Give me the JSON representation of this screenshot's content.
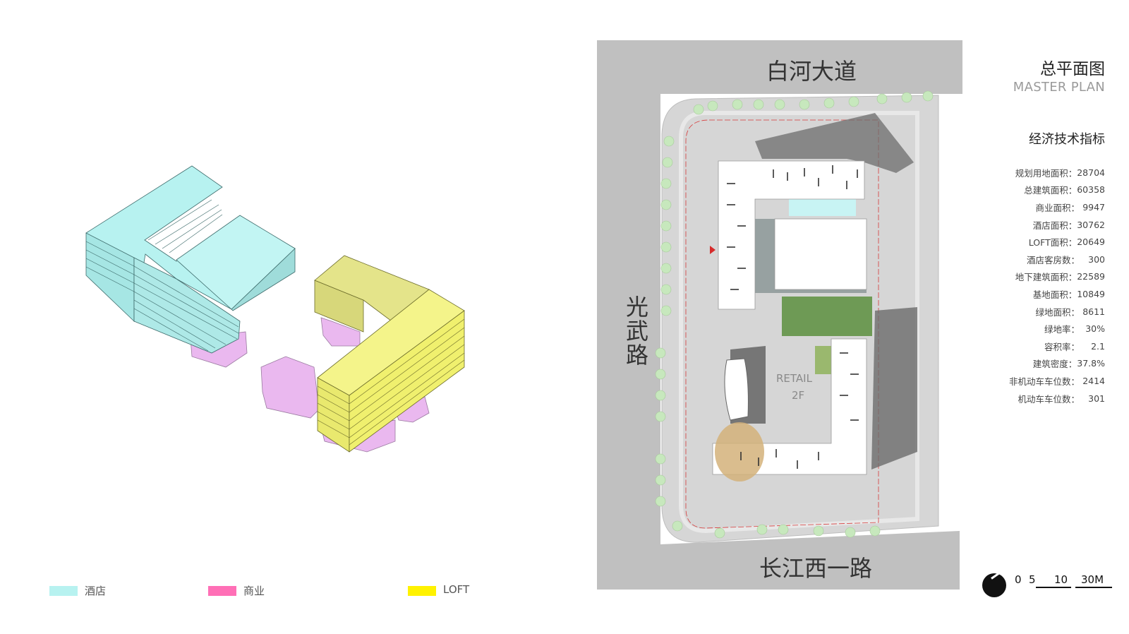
{
  "legend": [
    {
      "label": "酒店",
      "color": "#b7f2f0"
    },
    {
      "label": "商业",
      "color": "#ff6fb6"
    },
    {
      "label": "LOFT",
      "color": "#fff200"
    }
  ],
  "title": {
    "cn": "总平面图",
    "en": "MASTER PLAN"
  },
  "stats": {
    "title": "经济技术指标",
    "rows": [
      {
        "key": "规划用地面积：",
        "value": "28704"
      },
      {
        "key": "总建筑面积：",
        "value": "60358"
      },
      {
        "key": "商业面积：",
        "value": "9947"
      },
      {
        "key": "酒店面积：",
        "value": "30762"
      },
      {
        "key": "LOFT面积：",
        "value": "20649"
      },
      {
        "key": "酒店客房数：",
        "value": "300"
      },
      {
        "key": "地下建筑面积：",
        "value": "22589"
      },
      {
        "key": "基地面积：",
        "value": "10849"
      },
      {
        "key": "绿地面积：",
        "value": "8611"
      },
      {
        "key": "绿地率：",
        "value": "30%"
      },
      {
        "key": "容积率：",
        "value": "2.1"
      },
      {
        "key": "建筑密度：",
        "value": "37.8%"
      },
      {
        "key": "非机动车车位数：",
        "value": "2414"
      },
      {
        "key": "机动车车位数：",
        "value": "301"
      }
    ]
  },
  "roads": {
    "top": "白河大道",
    "bottom": "长江西一路",
    "left": "光武路"
  },
  "plan_labels": {
    "retail": "RETAIL",
    "floor": "2F"
  },
  "scale": {
    "labels": [
      "0",
      "5",
      "10",
      "30M"
    ]
  },
  "colors": {
    "road": "#c0c0c0",
    "site": "#d3d3d3",
    "building": "#ffffff",
    "shadow": "#6c6c6c",
    "lawn": "#6e9a55",
    "tree": "#c7e8bd",
    "hotel_face": "#b7f2f0",
    "loft_face": "#f4f48a",
    "retail_face": "#eab8ef"
  }
}
